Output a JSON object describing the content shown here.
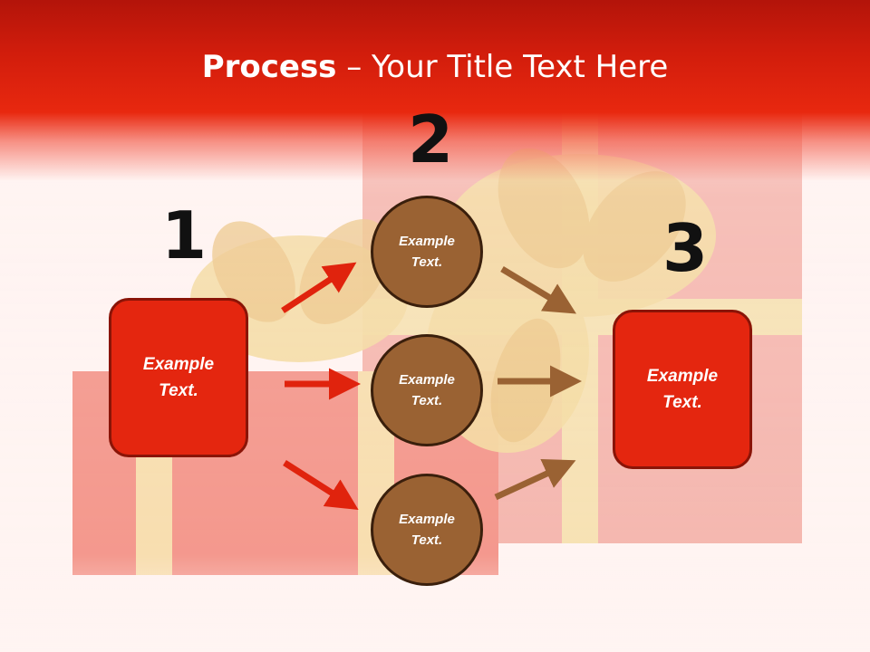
{
  "title": {
    "bold": "Process",
    "rest": " – Your Title Text Here"
  },
  "numbers": [
    "1",
    "2",
    "3"
  ],
  "left_box": {
    "text": "Example\nText."
  },
  "circles": [
    {
      "text": "Example\nText."
    },
    {
      "text": "Example\nText."
    },
    {
      "text": "Example\nText."
    }
  ],
  "right_box": {
    "text": "Example\nText."
  },
  "colors": {
    "banner": "#d21d0c",
    "box_fill": "#e4260f",
    "circle_fill": "#9a6233",
    "red_arrow": "#e0230d",
    "brown_arrow": "#9a6233"
  }
}
